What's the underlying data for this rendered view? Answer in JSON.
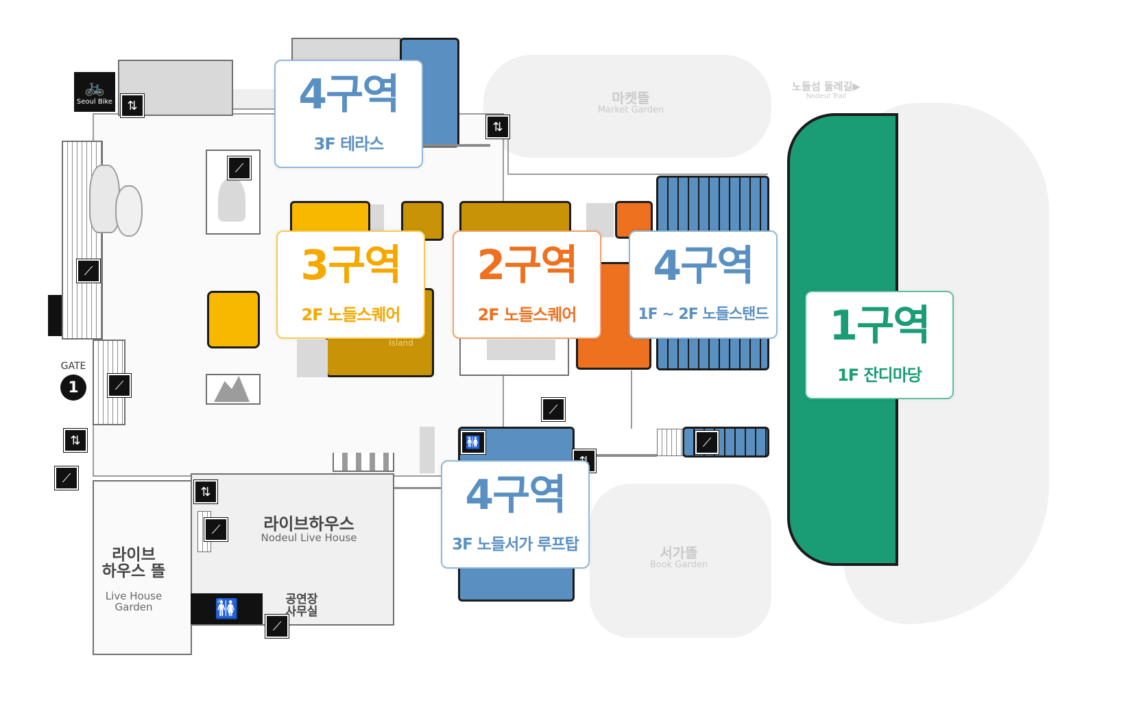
{
  "colors": {
    "zone1": "#1a9c74",
    "zone2": "#ee7120",
    "zone3": "#f9b800",
    "zone4": "#5a90c1"
  },
  "zones": {
    "zone4_terrace": {
      "title": "4구역",
      "floor": "3F 테라스"
    },
    "zone3": {
      "title": "3구역",
      "floor": "2F 노들스퀘어"
    },
    "zone2": {
      "title": "2구역",
      "floor": "2F 노들스퀘어"
    },
    "zone4_stand": {
      "title": "4구역",
      "floor": "1F ~ 2F 노들스탠드"
    },
    "zone1": {
      "title": "1구역",
      "floor": "1F 잔디마당"
    },
    "zone4_rooftop": {
      "title": "4구역",
      "floor": "3F 노들서가 루프탑"
    }
  },
  "places": {
    "market_garden_ko": "마켓뜰",
    "market_garden_en": "Market Garden",
    "nodeul_trail_ko": "노들섬 둘레길▶",
    "nodeul_trail_en": "Nodeul Trail",
    "book_garden_ko": "서가뜰",
    "book_garden_en": "Book Garden",
    "live_house_ko": "라이브하우스",
    "live_house_en": "Nodeul Live House",
    "live_house_garden_ko": "라이브\n하우스 뜰",
    "live_house_garden_en": "Live House\nGarden",
    "hall_office": "공연장\n사무실",
    "island": "Island",
    "seoul_bike": "Seoul Bike",
    "gate_label": "GATE",
    "gate_number": "1"
  },
  "icons": {
    "elevator": "elevator-icon",
    "stairs": "stairs-icon",
    "restroom": "restroom-icon",
    "bike": "bike-icon",
    "gate": "gate-icon"
  }
}
